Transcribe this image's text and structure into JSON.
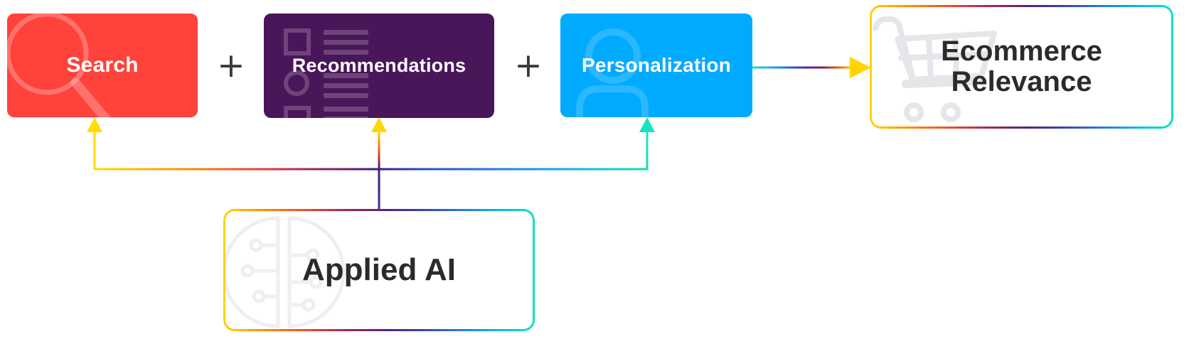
{
  "diagram": {
    "title_context": "Applied AI powering ecommerce relevance equation",
    "nodes": {
      "search": {
        "label": "Search",
        "color": "#FF423A",
        "icon": "magnifier-icon"
      },
      "recommendations": {
        "label": "Recommendations",
        "color": "#4A165A",
        "icon": "list-items-icon"
      },
      "personalization": {
        "label": "Personalization",
        "color": "#00AAFF",
        "icon": "person-icon"
      },
      "ecommerce": {
        "label_line1": "Ecommerce",
        "label_line2": "Relevance",
        "icon": "shopping-cart-icon",
        "style": "white-rainbow-border"
      },
      "applied_ai": {
        "label": "Applied AI",
        "icon": "brain-circuit-icon",
        "style": "white-rainbow-border"
      }
    },
    "operators": {
      "plus1": "+",
      "plus2": "+"
    },
    "edges": [
      {
        "from": "applied_ai",
        "to": "search",
        "arrowhead_color": "#FFE000",
        "line": "yellow-orange gradient"
      },
      {
        "from": "applied_ai",
        "to": "recommendations",
        "arrowhead_color": "#FFD800",
        "line": "purple-to-yellow gradient"
      },
      {
        "from": "applied_ai",
        "to": "personalization",
        "arrowhead_color": "#17E3C0",
        "line": "blue-to-mint gradient"
      },
      {
        "from": "personalization",
        "to": "ecommerce",
        "arrowhead_color": "#FFD400",
        "line": "mint-blue-purple-orange-yellow gradient"
      }
    ],
    "accent_colors": {
      "rainbow_gradient": [
        "#FFD500",
        "#FF8A00",
        "#EE4435",
        "#A02855",
        "#54257D",
        "#3B3FB2",
        "#2D72E2",
        "#00B9E8",
        "#0CE5C1"
      ],
      "plus_sign": "#3A3A3A",
      "dark_text": "#2B2B2B",
      "light_text": "#FFFFFF",
      "cart_watermark": "#E4E6E9",
      "brain_watermark": "#EFEFF1"
    }
  }
}
